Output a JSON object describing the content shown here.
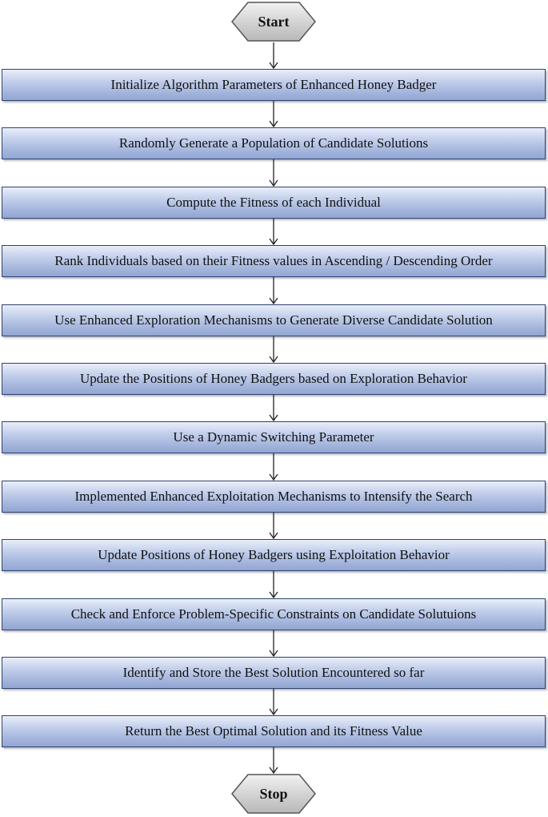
{
  "terminals": {
    "start": "Start",
    "stop": "Stop"
  },
  "steps": [
    "Initialize Algorithm Parameters of Enhanced Honey Badger",
    "Randomly Generate a Population of Candidate Solutions",
    "Compute the Fitness of each Individual",
    "Rank Individuals based on their Fitness values in Ascending / Descending Order",
    "Use Enhanced Exploration Mechanisms to Generate Diverse Candidate Solution",
    "Update the Positions of Honey Badgers based on Exploration Behavior",
    "Use a Dynamic Switching Parameter",
    "Implemented Enhanced Exploitation Mechanisms to Intensify the Search",
    "Update Positions of Honey Badgers using Exploitation Behavior",
    "Check and Enforce Problem-Specific Constraints on Candidate Solutuions",
    "Identify and Store the Best Solution Encountered so far",
    "Return the Best Optimal Solution and its Fitness Value"
  ],
  "colors": {
    "box_border": "#2e4470",
    "box_fill_top": "#e9eef9",
    "box_fill_bottom": "#92a6d3",
    "terminal_fill": "#d0d0d0",
    "terminal_border": "#555555",
    "arrow": "#222222",
    "text": "#111111"
  }
}
